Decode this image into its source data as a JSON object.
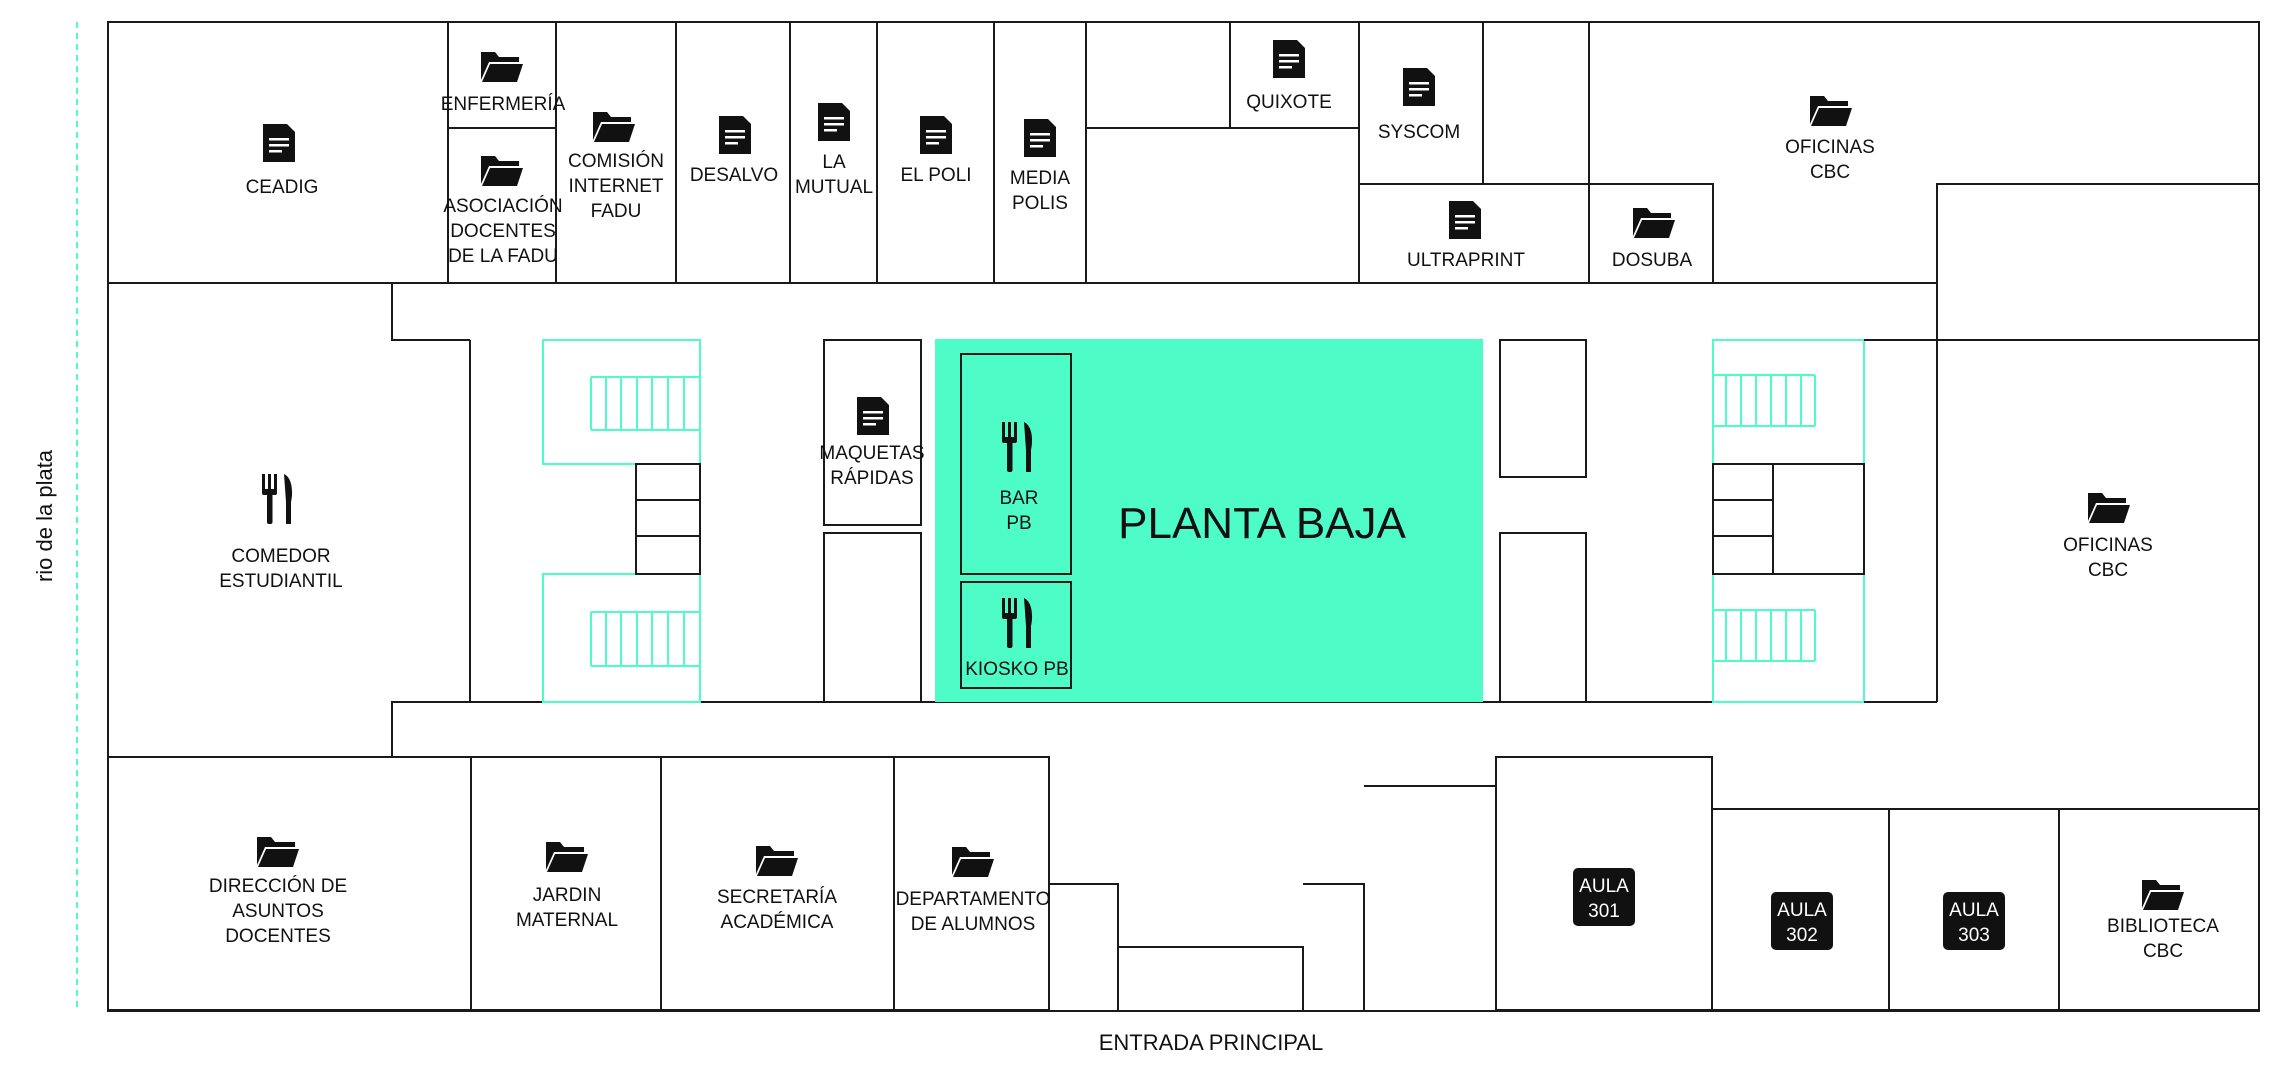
{
  "side_label": "rio de la plata",
  "entrance_label": "ENTRADA PRINCIPAL",
  "central_hall": "PLANTA BAJA",
  "colors": {
    "accent": "#4efcc8",
    "ink": "#111111",
    "wall": "#1a1a1a"
  },
  "rooms": {
    "ceadig": {
      "l1": "CEADIG",
      "icon": "document-icon"
    },
    "enfermeria": {
      "l1": "ENFERMERÍA",
      "icon": "folder-icon"
    },
    "asociacion": {
      "l1": "ASOCIACIÓN",
      "l2": "DOCENTES",
      "l3": "DE LA FADU",
      "icon": "folder-icon"
    },
    "comision": {
      "l1": "COMISIÓN",
      "l2": "INTERNET",
      "l3": "FADU",
      "icon": "folder-icon"
    },
    "desalvo": {
      "l1": "DESALVO",
      "icon": "document-icon"
    },
    "mutual": {
      "l1": "LA",
      "l2": "MUTUAL",
      "icon": "document-icon"
    },
    "elpoli": {
      "l1": "EL POLI",
      "icon": "document-icon"
    },
    "mediapolis": {
      "l1": "MEDIA",
      "l2": "POLIS",
      "icon": "document-icon"
    },
    "quixote": {
      "l1": "QUIXOTE",
      "icon": "document-icon"
    },
    "syscom": {
      "l1": "SYSCOM",
      "icon": "document-icon"
    },
    "ultraprint": {
      "l1": "ULTRAPRINT",
      "icon": "document-icon"
    },
    "dosuba": {
      "l1": "DOSUBA",
      "icon": "folder-icon"
    },
    "oficinas_top": {
      "l1": "OFICINAS",
      "l2": "CBC",
      "icon": "folder-icon"
    },
    "comedor": {
      "l1": "COMEDOR",
      "l2": "ESTUDIANTIL",
      "icon": "cutlery-icon"
    },
    "maquetas": {
      "l1": "MAQUETAS",
      "l2": "RÁPIDAS",
      "icon": "document-icon"
    },
    "bar": {
      "l1": "BAR",
      "l2": "PB",
      "icon": "cutlery-icon"
    },
    "kiosko": {
      "l1": "KIOSKO PB",
      "icon": "cutlery-icon"
    },
    "oficinas_right": {
      "l1": "OFICINAS",
      "l2": "CBC",
      "icon": "folder-icon"
    },
    "direccion": {
      "l1": "DIRECCIÓN DE",
      "l2": "ASUNTOS",
      "l3": "DOCENTES",
      "icon": "folder-icon"
    },
    "jardin": {
      "l1": "JARDIN",
      "l2": "MATERNAL",
      "icon": "folder-icon"
    },
    "secretaria": {
      "l1": "SECRETARÍA",
      "l2": "ACADÉMICA",
      "icon": "folder-icon"
    },
    "depto": {
      "l1": "DEPARTAMENTO",
      "l2": "DE ALUMNOS",
      "icon": "folder-icon"
    },
    "aula301": {
      "l1": "AULA",
      "l2": "301"
    },
    "aula302": {
      "l1": "AULA",
      "l2": "302"
    },
    "aula303": {
      "l1": "AULA",
      "l2": "303"
    },
    "biblioteca": {
      "l1": "BIBLIOTECA",
      "l2": "CBC",
      "icon": "folder-icon"
    }
  }
}
